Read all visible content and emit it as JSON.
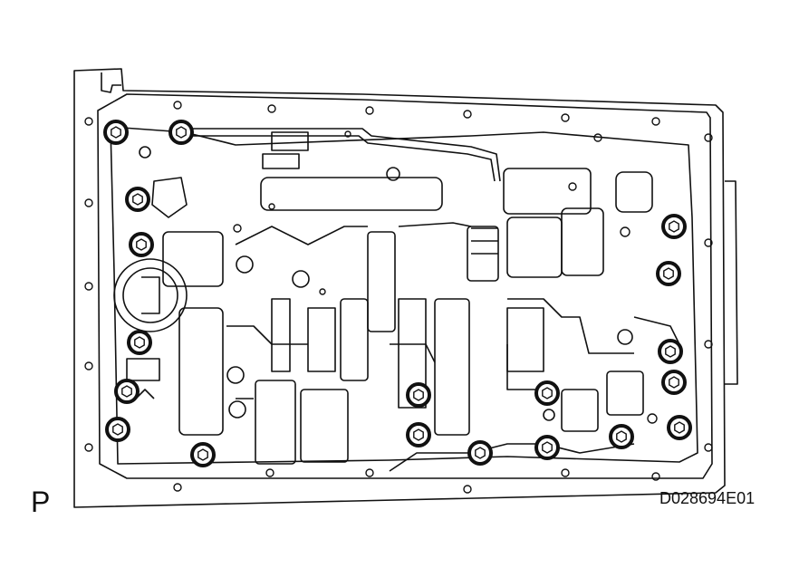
{
  "figure": {
    "view_label": "P",
    "code": "D028694E01"
  },
  "colors": {
    "line": "#111111",
    "background": "#ffffff"
  },
  "highlighted_bolt_count": 19
}
